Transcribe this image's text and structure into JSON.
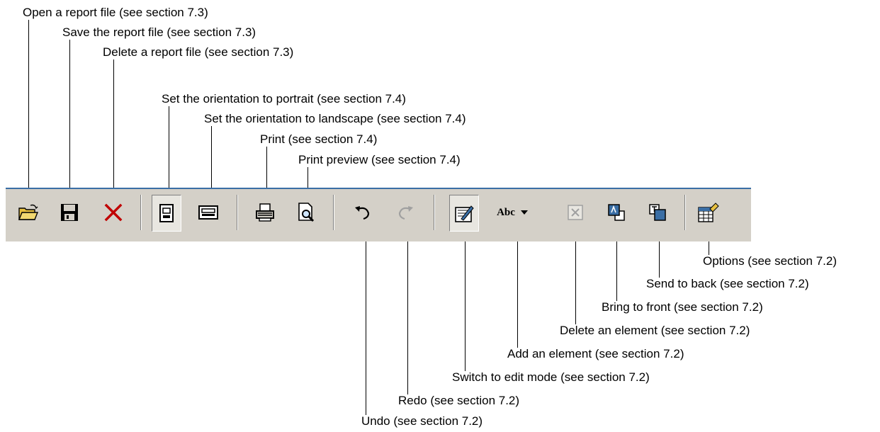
{
  "annotations": {
    "open": "Open a report file (see section 7.3)",
    "save": "Save the report file (see section 7.3)",
    "delete_file": "Delete a report file (see section 7.3)",
    "portrait": "Set the orientation to portrait (see section 7.4)",
    "landscape": "Set the orientation to landscape (see section 7.4)",
    "print": "Print (see section 7.4)",
    "print_preview": "Print preview (see section 7.4)",
    "options": "Options (see section 7.2)",
    "send_back": "Send to back (see section 7.2)",
    "bring_front": "Bring to front (see section 7.2)",
    "delete_element": "Delete an element (see section 7.2)",
    "add_element": "Add an element (see section 7.2)",
    "edit_mode": "Switch to edit mode (see section 7.2)",
    "redo": "Redo (see section 7.2)",
    "undo": "Undo (see section 7.2)"
  },
  "toolbar": {
    "abc_label": "Abc",
    "icons": [
      "open-folder-icon",
      "save-disk-icon",
      "delete-x-icon",
      "portrait-icon",
      "landscape-icon",
      "printer-icon",
      "print-preview-icon",
      "undo-icon",
      "redo-icon",
      "edit-mode-icon",
      "add-element-icon",
      "dropdown-arrow-icon",
      "delete-element-icon",
      "bring-to-front-icon",
      "send-to-back-icon",
      "options-icon"
    ],
    "colors": {
      "bar": "#d4d0c8",
      "accent_line": "#3a6ea5",
      "delete_red": "#c00000",
      "folder_yellow": "#e8c040"
    }
  }
}
